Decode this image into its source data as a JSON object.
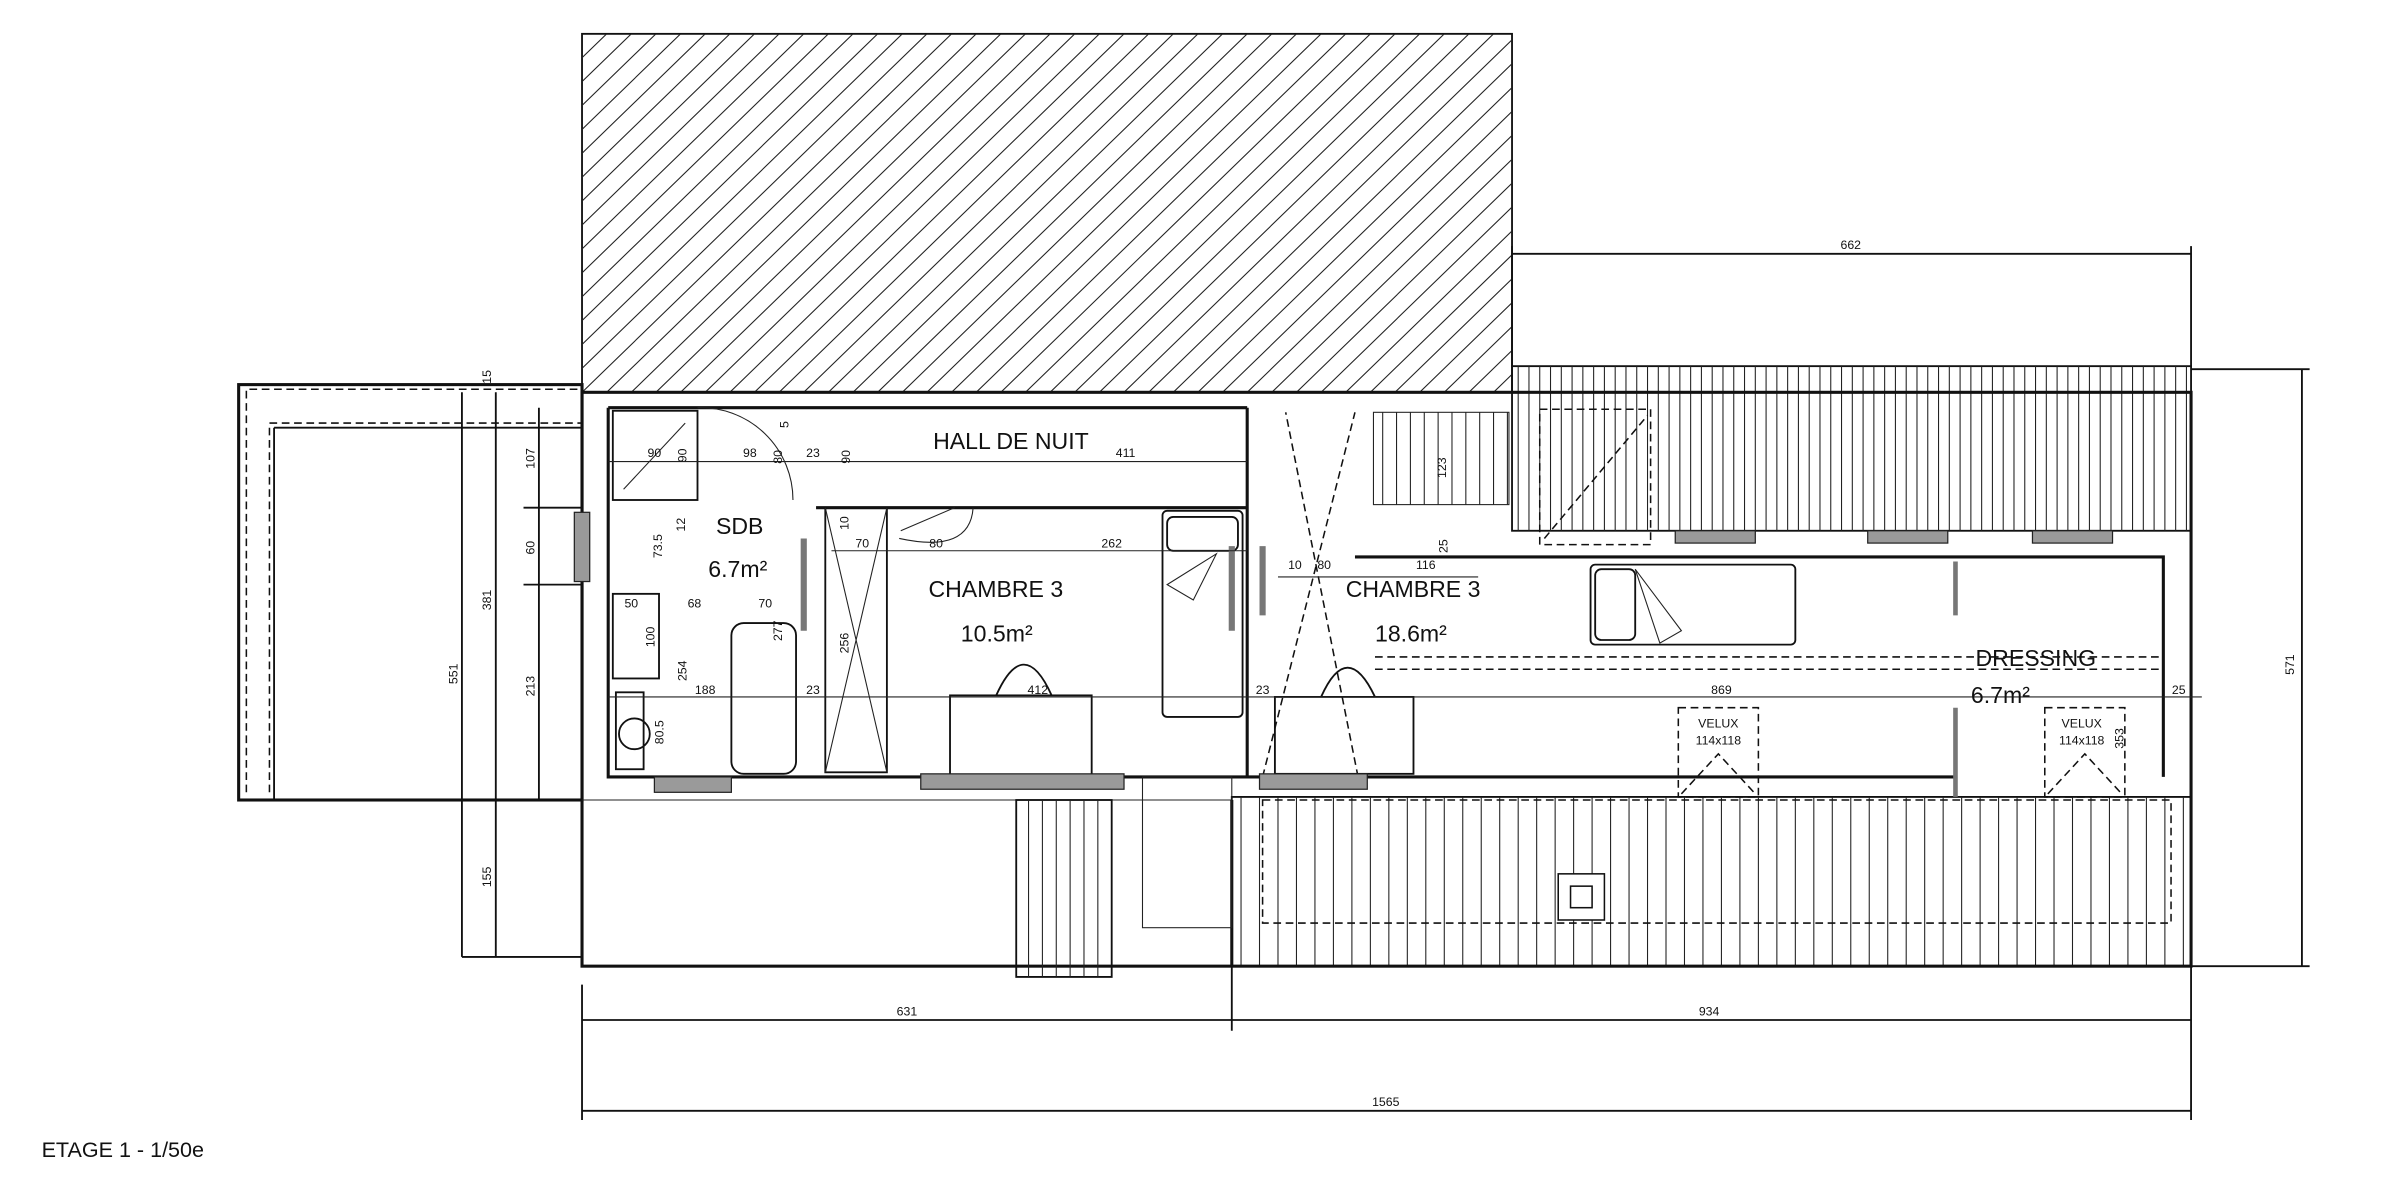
{
  "title": "ETAGE  1 - 1/50e",
  "rooms": {
    "hall": {
      "name": "HALL DE NUIT"
    },
    "sdb": {
      "name": "SDB",
      "area": "6.7m²"
    },
    "chambre_a": {
      "name": "CHAMBRE 3",
      "area": "10.5m²"
    },
    "chambre_b": {
      "name": "CHAMBRE 3",
      "area": "18.6m²"
    },
    "dressing": {
      "name": "DRESSING",
      "area": "6.7m²"
    }
  },
  "velux": [
    {
      "label": "VELUX",
      "size": "114x118"
    },
    {
      "label": "VELUX",
      "size": "114x118"
    }
  ],
  "dimensions": {
    "top": "662",
    "right_total": "571",
    "bottom_left": "631",
    "bottom_right": "934",
    "bottom_total": "1565",
    "left_total": "551",
    "left_381": "381",
    "left_15": "15",
    "left_155": "155",
    "left_107": "107",
    "left_60": "60",
    "left_213": "213",
    "interior": {
      "d90a": "90",
      "d90b": "90",
      "d98": "98",
      "d80a": "80",
      "d5": "5",
      "d23a": "23",
      "d90c": "90",
      "d411": "411",
      "d12": "12",
      "d73": "73.5",
      "d10a": "10",
      "d70a": "70",
      "d80b": "80",
      "d262": "262",
      "d50": "50",
      "d68": "68",
      "d70b": "70",
      "d100": "100",
      "d277": "277",
      "d254": "254",
      "d256": "256",
      "d188": "188",
      "d23b": "23",
      "d412": "412",
      "d80_5": "80.5",
      "d23c": "23",
      "d10b": "10",
      "d80c": "80",
      "d116": "116",
      "d25a": "25",
      "d123": "123",
      "d869": "869",
      "d25b": "25",
      "d353": "353"
    }
  }
}
